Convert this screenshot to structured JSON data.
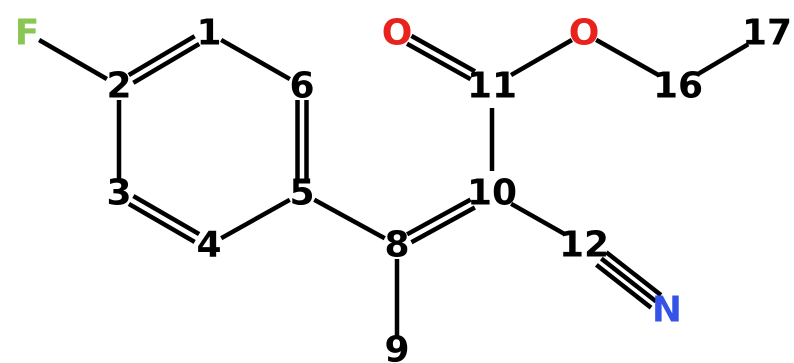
{
  "molecule": {
    "atoms": [
      {
        "id": "F",
        "label": "F",
        "element": "F",
        "color": "#8ac653"
      },
      {
        "id": "1",
        "label": "1",
        "element": "C",
        "color": "#000000"
      },
      {
        "id": "2",
        "label": "2",
        "element": "C",
        "color": "#000000"
      },
      {
        "id": "3",
        "label": "3",
        "element": "C",
        "color": "#000000"
      },
      {
        "id": "4",
        "label": "4",
        "element": "C",
        "color": "#000000"
      },
      {
        "id": "5",
        "label": "5",
        "element": "C",
        "color": "#000000"
      },
      {
        "id": "6",
        "label": "6",
        "element": "C",
        "color": "#000000"
      },
      {
        "id": "8",
        "label": "8",
        "element": "C",
        "color": "#000000"
      },
      {
        "id": "9",
        "label": "9",
        "element": "C",
        "color": "#000000"
      },
      {
        "id": "10",
        "label": "10",
        "element": "C",
        "color": "#000000"
      },
      {
        "id": "11",
        "label": "11",
        "element": "C",
        "color": "#000000"
      },
      {
        "id": "O1",
        "label": "O",
        "element": "O",
        "color": "#e8221d"
      },
      {
        "id": "O2",
        "label": "O",
        "element": "O",
        "color": "#e8221d"
      },
      {
        "id": "16",
        "label": "16",
        "element": "C",
        "color": "#000000"
      },
      {
        "id": "17",
        "label": "17",
        "element": "C",
        "color": "#000000"
      },
      {
        "id": "12",
        "label": "12",
        "element": "C",
        "color": "#000000"
      },
      {
        "id": "N",
        "label": "N",
        "element": "N",
        "color": "#3553e6"
      }
    ],
    "bonds": [
      {
        "a": "F",
        "b": "2",
        "order": 1
      },
      {
        "a": "2",
        "b": "1",
        "order": 2
      },
      {
        "a": "1",
        "b": "6",
        "order": 1
      },
      {
        "a": "6",
        "b": "5",
        "order": 2
      },
      {
        "a": "5",
        "b": "4",
        "order": 1
      },
      {
        "a": "4",
        "b": "3",
        "order": 2
      },
      {
        "a": "3",
        "b": "2",
        "order": 1
      },
      {
        "a": "5",
        "b": "8",
        "order": 1
      },
      {
        "a": "8",
        "b": "10",
        "order": 2
      },
      {
        "a": "8",
        "b": "9",
        "order": 1
      },
      {
        "a": "10",
        "b": "11",
        "order": 1
      },
      {
        "a": "11",
        "b": "O1",
        "order": 2
      },
      {
        "a": "11",
        "b": "O2",
        "order": 1
      },
      {
        "a": "O2",
        "b": "16",
        "order": 1
      },
      {
        "a": "16",
        "b": "17",
        "order": 1
      },
      {
        "a": "10",
        "b": "12",
        "order": 1
      },
      {
        "a": "12",
        "b": "N",
        "order": 3
      }
    ],
    "bond_color": "#000000"
  }
}
